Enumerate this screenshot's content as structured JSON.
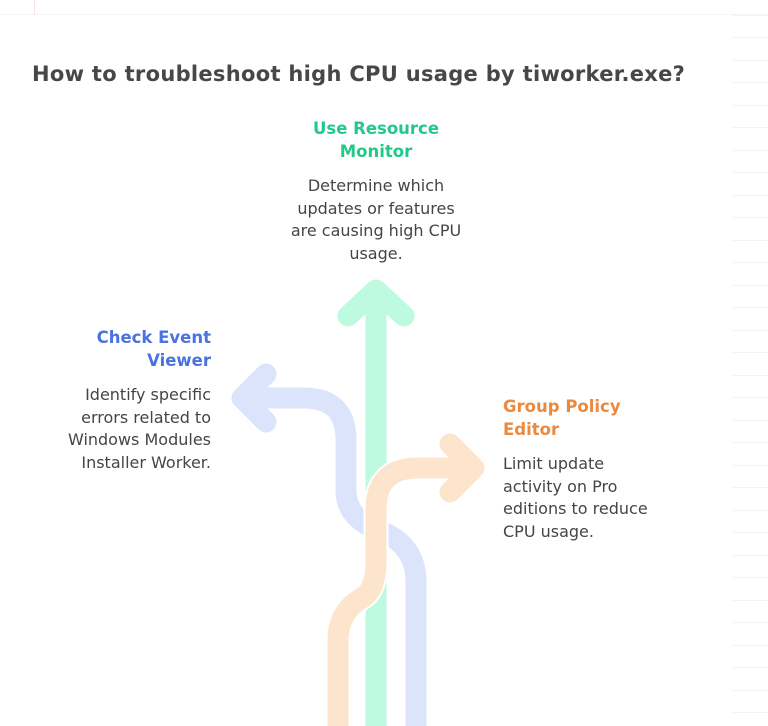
{
  "title": "How to troubleshoot high CPU usage by tiworker.exe?",
  "colors": {
    "green_text": "#22c98a",
    "blue_text": "#4a72e0",
    "orange_text": "#eb8a3e",
    "green_arrow": "#bdfae0",
    "blue_arrow": "#dbe4fb",
    "orange_arrow": "#fde4cc",
    "body_text": "#454545",
    "title_text": "#474747"
  },
  "branches": {
    "resource_monitor": {
      "heading_line1": "Use Resource",
      "heading_line2": "Monitor",
      "desc_lines": [
        "Determine which",
        "updates or features",
        "are causing high CPU",
        "usage."
      ],
      "direction": "up"
    },
    "event_viewer": {
      "heading_line1": "Check Event",
      "heading_line2": "Viewer",
      "desc_lines": [
        "Identify specific",
        "errors related to",
        "Windows Modules",
        "Installer Worker."
      ],
      "direction": "left"
    },
    "group_policy": {
      "heading_line1": "Group Policy",
      "heading_line2": "Editor",
      "desc_lines": [
        "Limit update",
        "activity on Pro",
        "editions to reduce",
        "CPU usage."
      ],
      "direction": "right"
    }
  }
}
